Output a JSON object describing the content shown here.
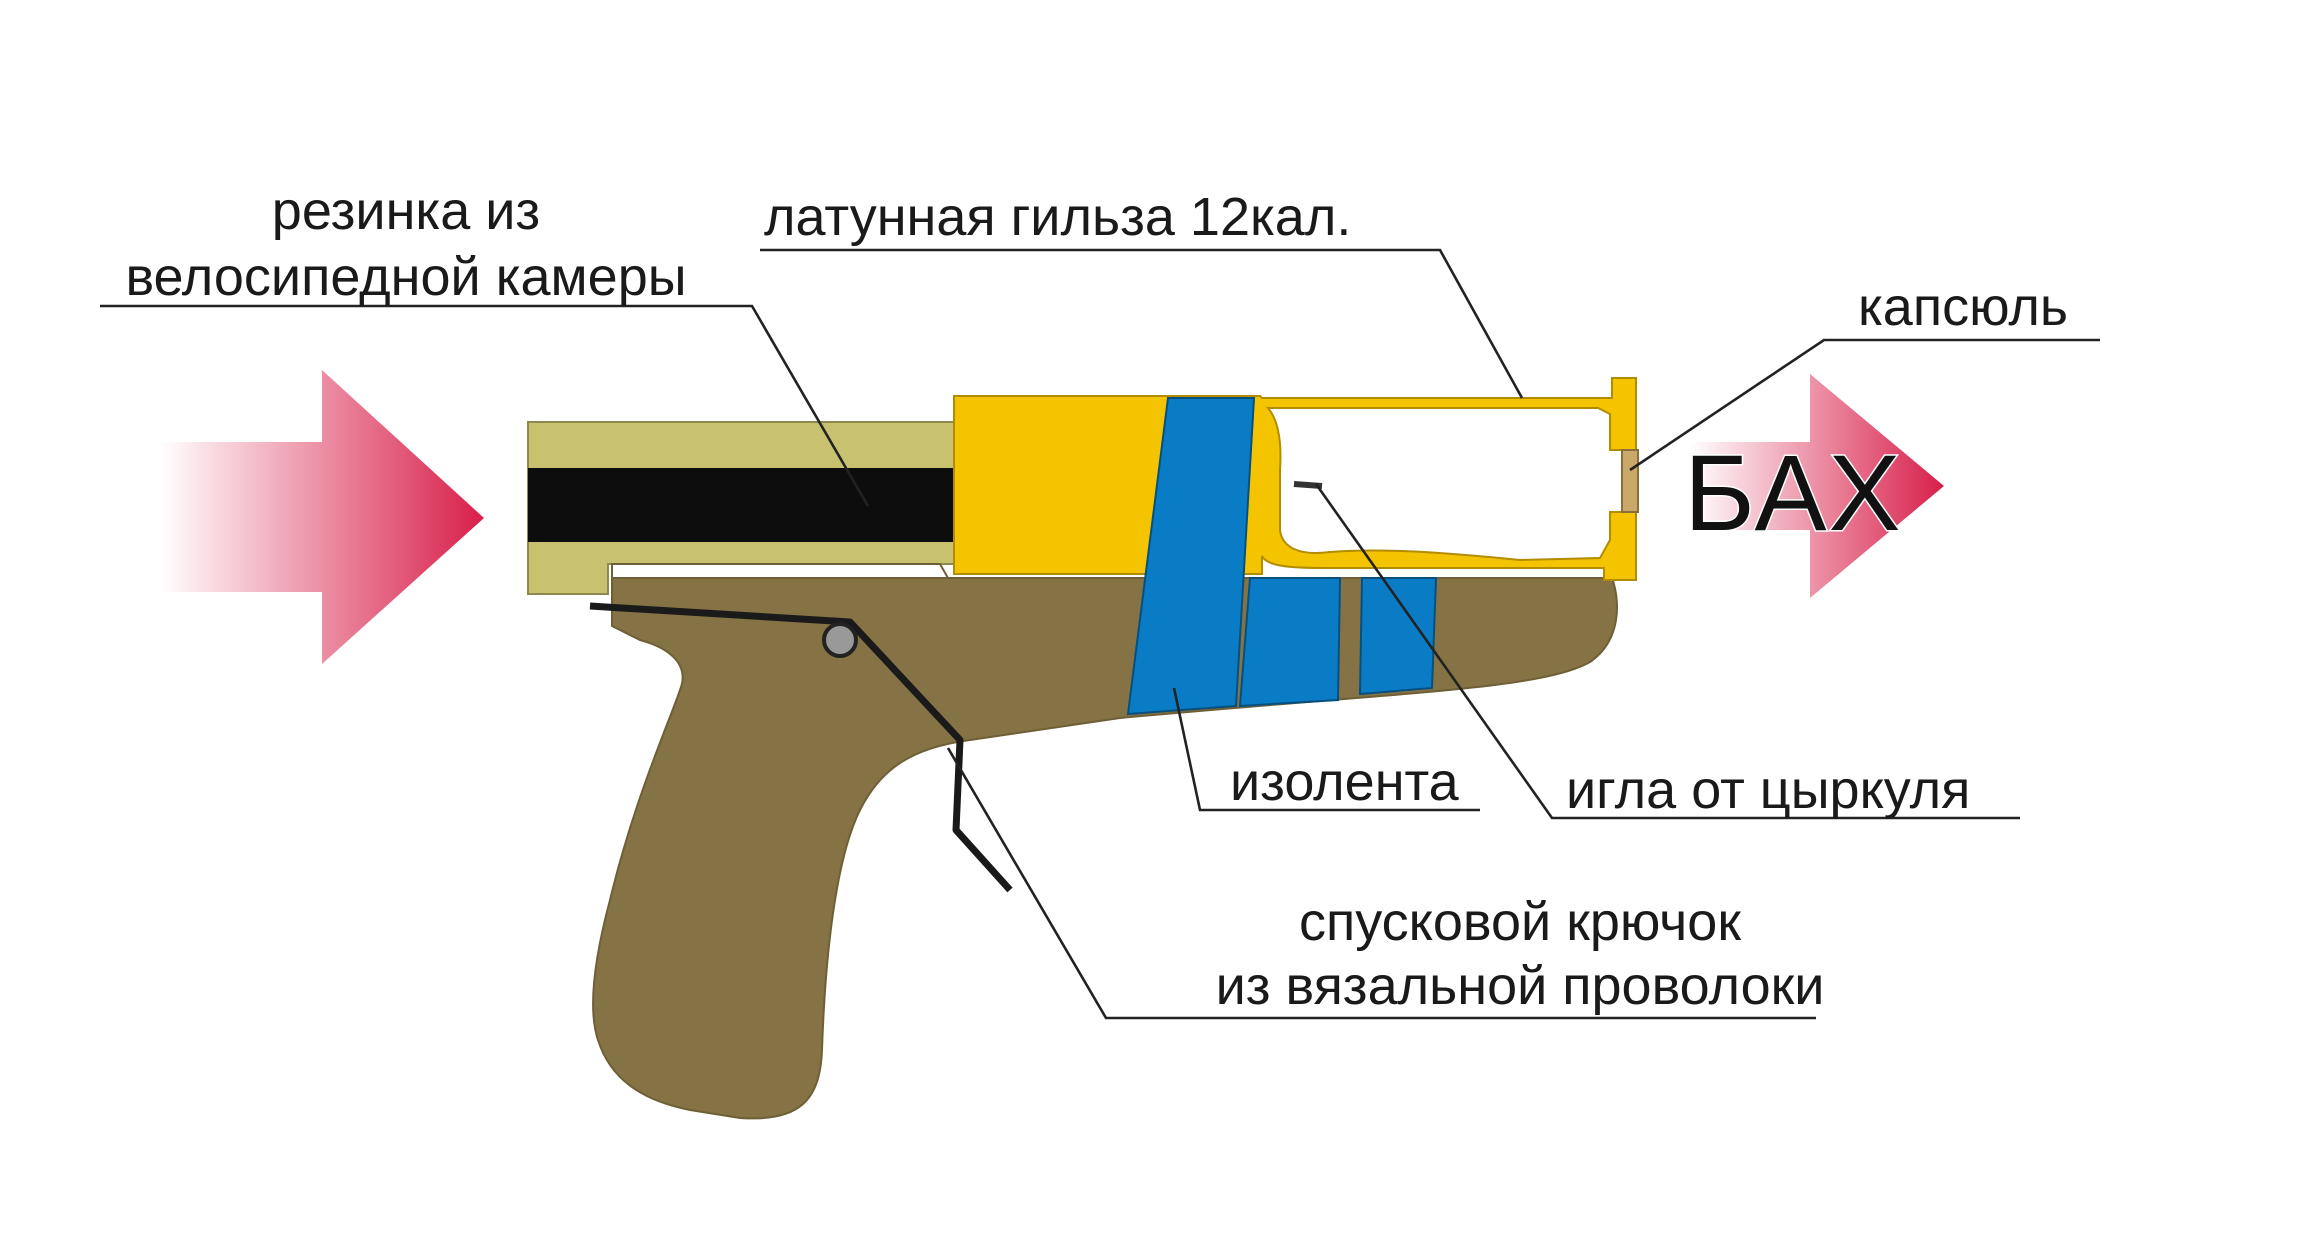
{
  "labels": {
    "rubber_line1": "резинка из",
    "rubber_line2": "велосипедной камеры",
    "shell": "латунная гильза 12кал.",
    "primer": "капсюль",
    "bang": "БАХ",
    "tape": "изолента",
    "needle": "игла от цыркуля",
    "trigger_line1": "спусковой крючок",
    "trigger_line2": "из вязальной проволоки"
  },
  "colors": {
    "grip": "#857345",
    "barrel_tube": "#c8c270",
    "rubber": "#0d0d0d",
    "shell": "#f5c400",
    "tape": "#0a7cc6",
    "arrow": "#d81f4a",
    "primer": "#c9a86a"
  }
}
